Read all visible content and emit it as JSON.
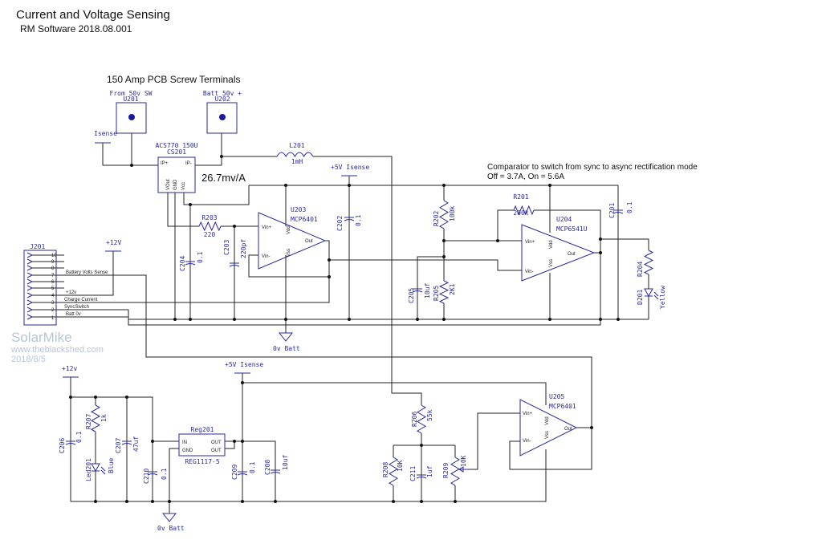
{
  "title": "Current and Voltage Sensing",
  "subtitle": "RM Software 2018.08.001",
  "terminals_heading": "150 Amp PCB Screw Terminals",
  "current_gain_note": "26.7mv/A",
  "comparator_note": {
    "line1": "Comparator to switch from sync to async rectification mode",
    "line2": "Off = 3.7A, On = 5.6A"
  },
  "watermark": {
    "name": "SolarMike",
    "site": "www.theblackshed.com",
    "date": "2018/8/5"
  },
  "nets": {
    "isense": "Isense",
    "plus5_top": "+5V  Isense",
    "plus12_top": "+12V",
    "gnd_top": "0v  Batt",
    "plus12_bottom": "+12v",
    "plus5_bottom": "+5V  Isense",
    "gnd_bottom": "0v  Batt"
  },
  "components": {
    "U201": {
      "ref": "U201",
      "value": "From 50v SW"
    },
    "U202": {
      "ref": "U202",
      "value": "Batt 50v +"
    },
    "CS201": {
      "ref": "CS201",
      "value": "ACS770 150U",
      "pins": [
        "IP+",
        "IP-",
        "VOut",
        "GND",
        "Vcc"
      ]
    },
    "L201": {
      "ref": "L201",
      "value": "1mH"
    },
    "R203": {
      "ref": "R203",
      "value": "220"
    },
    "C204": {
      "ref": "C204",
      "value": "0.1"
    },
    "C203": {
      "ref": "C203",
      "value": "220pf"
    },
    "C202": {
      "ref": "C202",
      "value": "0.1"
    },
    "U203": {
      "ref": "U203",
      "value": "MCP6401"
    },
    "R202": {
      "ref": "R202",
      "value": "100k"
    },
    "R201": {
      "ref": "R201",
      "value": "200k"
    },
    "U204": {
      "ref": "U204",
      "value": "MCP6541U"
    },
    "C201": {
      "ref": "C201",
      "value": "0.1"
    },
    "C205": {
      "ref": "C205",
      "value": "10uf"
    },
    "R205": {
      "ref": "R205",
      "value": "2K1"
    },
    "R204": {
      "ref": "R204",
      "value": ""
    },
    "D201": {
      "ref": "D201",
      "value": "Yellow"
    },
    "J201": {
      "ref": "J201"
    },
    "C206": {
      "ref": "C206",
      "value": "0.1"
    },
    "R207": {
      "ref": "R207",
      "value": "1k"
    },
    "Led201": {
      "ref": "Led201",
      "value": "Blue"
    },
    "C207": {
      "ref": "C207",
      "value": "47uf"
    },
    "C210": {
      "ref": "C210",
      "value": "0.1"
    },
    "Reg201": {
      "ref": "Reg201",
      "value": "REG1117-5",
      "pins": [
        "IN",
        "GND",
        "OUT",
        "OUT"
      ]
    },
    "C209": {
      "ref": "C209",
      "value": "0.1"
    },
    "C208": {
      "ref": "C208",
      "value": "10uf"
    },
    "R206": {
      "ref": "R206",
      "value": "55k"
    },
    "R208": {
      "ref": "R208",
      "value": "10K"
    },
    "C211": {
      "ref": "C211",
      "value": "1uf"
    },
    "R209": {
      "ref": "R209",
      "value": "10K"
    },
    "U205": {
      "ref": "U205",
      "value": "MCP6401"
    }
  },
  "opamp_pins": {
    "vinp": "Vin+",
    "vinn": "Vin-",
    "vdd": "Vdd",
    "vss": "Vss",
    "out": "Out"
  },
  "j201_pins": [
    "10",
    "9",
    "8",
    "7",
    "6",
    "5",
    "4",
    "3",
    "2",
    "1"
  ],
  "j201_signals": {
    "pin7": "Battery Volts Sense",
    "pin4": "+12v",
    "pin3": "Charge Current",
    "pin2": "SyncSwitch",
    "pin1": "Batt 0v"
  }
}
